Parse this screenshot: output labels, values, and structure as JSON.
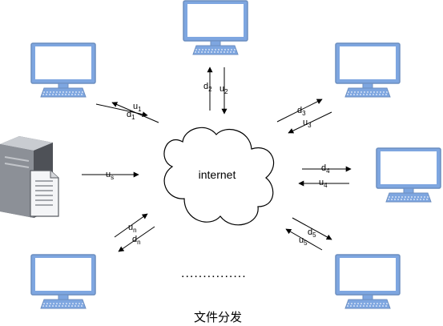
{
  "cloud": {
    "label": "internet"
  },
  "server": {
    "up": {
      "base": "u",
      "sub": "s"
    }
  },
  "clients": [
    {
      "down": {
        "base": "d",
        "sub": "1"
      },
      "up": {
        "base": "u",
        "sub": "1"
      }
    },
    {
      "down": {
        "base": "d",
        "sub": "2"
      },
      "up": {
        "base": "u",
        "sub": "2"
      }
    },
    {
      "down": {
        "base": "d",
        "sub": "3"
      },
      "up": {
        "base": "u",
        "sub": "3"
      }
    },
    {
      "down": {
        "base": "d",
        "sub": "4"
      },
      "up": {
        "base": "u",
        "sub": "4"
      }
    },
    {
      "down": {
        "base": "d",
        "sub": "5"
      },
      "up": {
        "base": "u",
        "sub": "5"
      }
    },
    {
      "down": {
        "base": "d",
        "sub": "n"
      },
      "up": {
        "base": "u",
        "sub": "n"
      }
    }
  ],
  "ellipsis": "...............",
  "caption": "文件分发",
  "colors": {
    "monitor_frame": "#7ea6e0",
    "monitor_screen": "#ffffff",
    "monitor_stroke": "#6c8ebf",
    "server_dark": "#6b6e75",
    "server_light": "#c9ccd1",
    "line": "#000000"
  }
}
